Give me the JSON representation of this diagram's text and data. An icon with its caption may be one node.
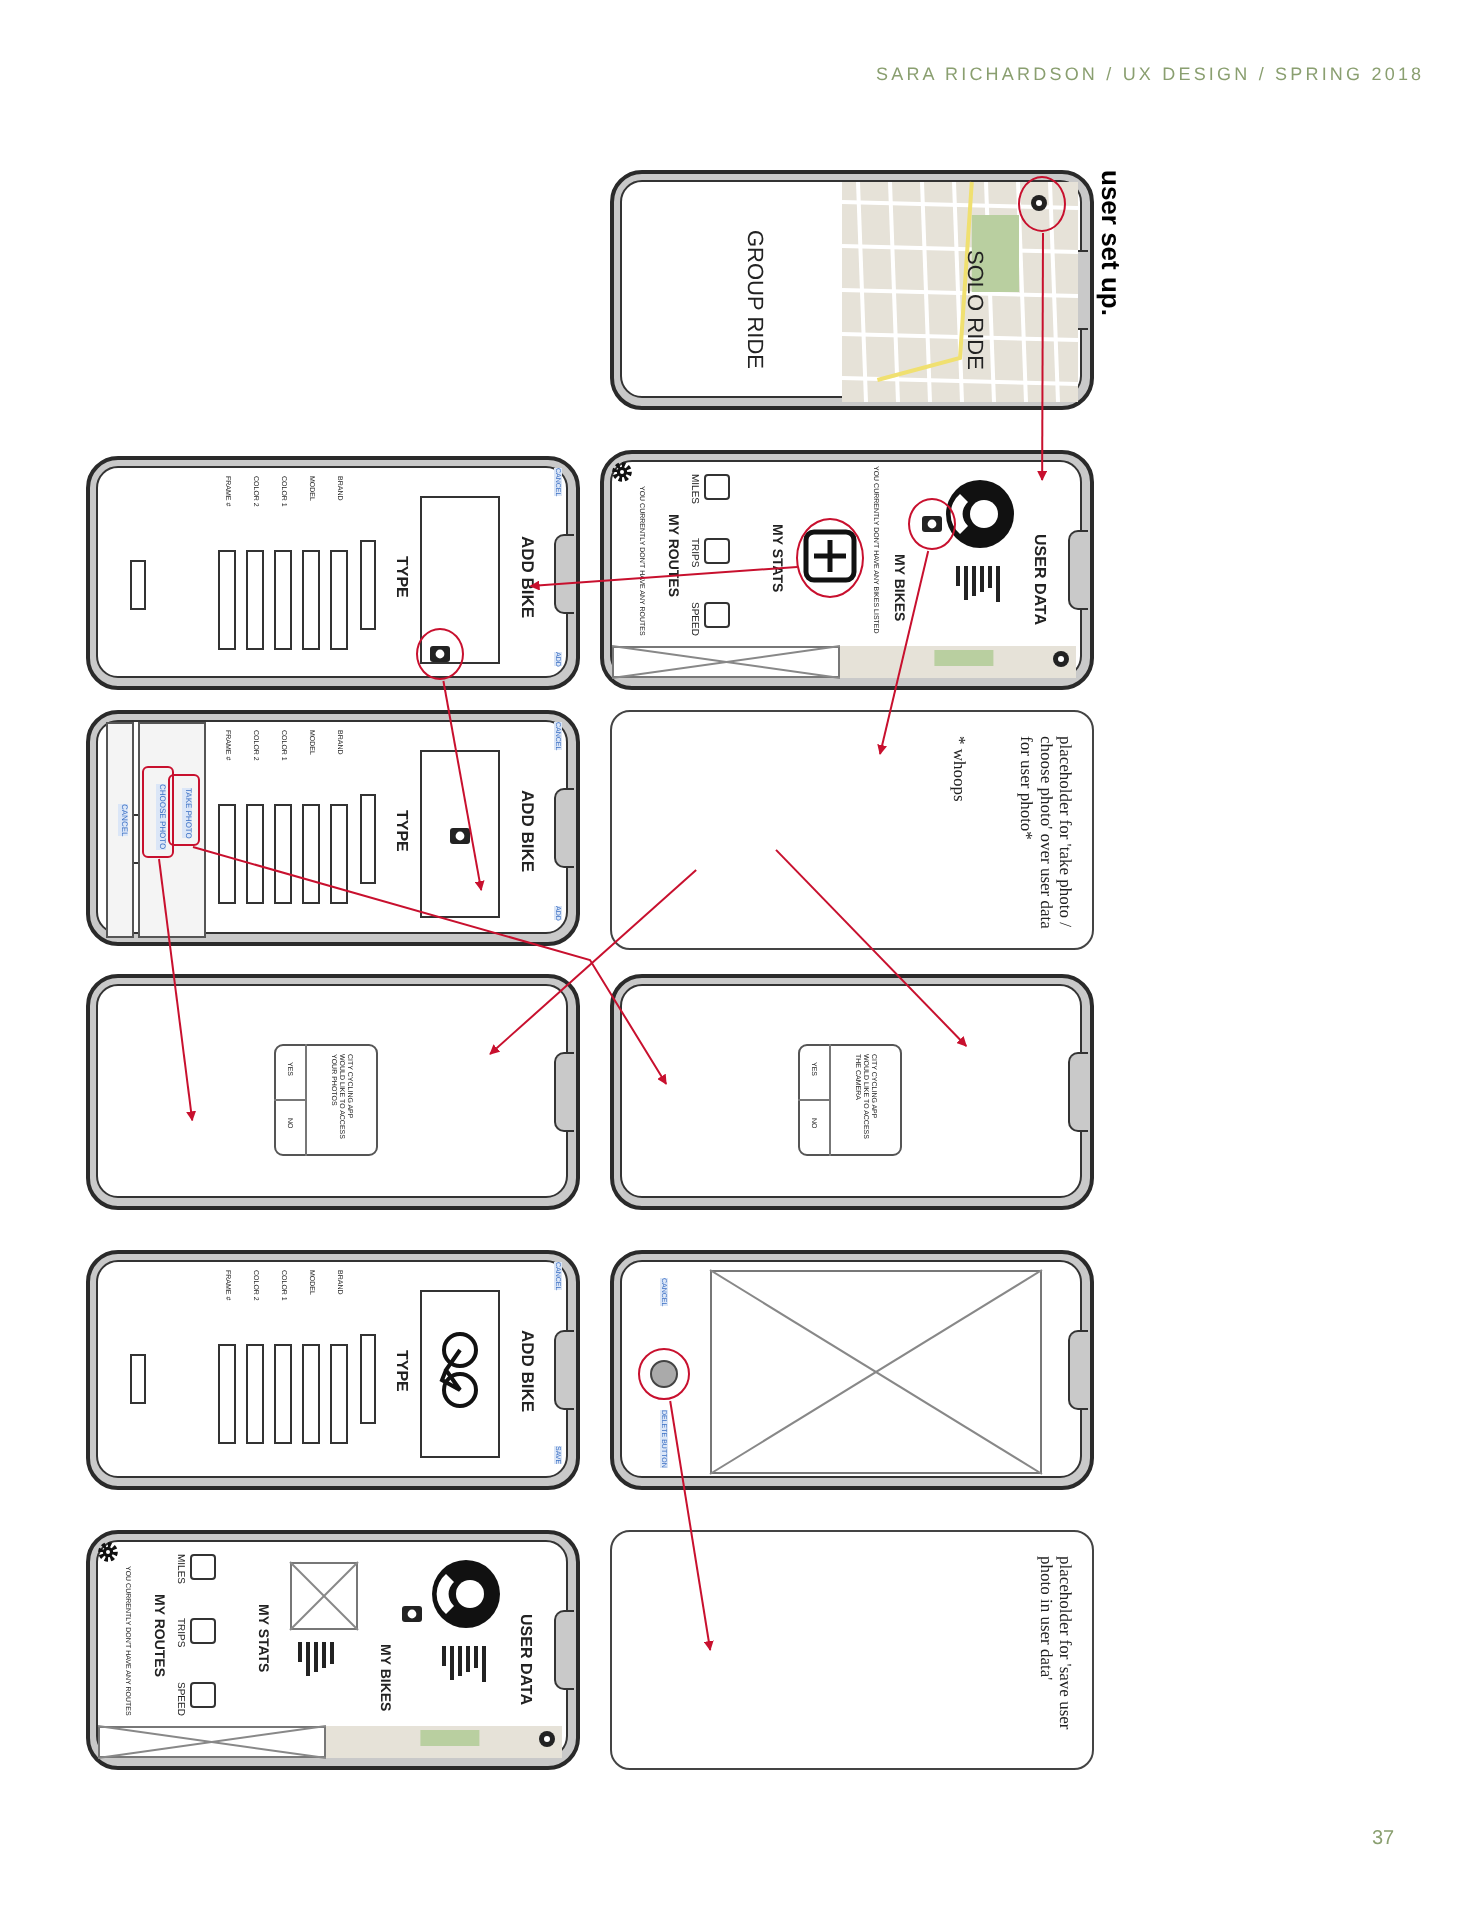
{
  "diagram": {
    "title": "user set up.",
    "nodes": [
      {
        "text": [
          "SOLO RIDE",
          "GROUP RIDE"
        ]
      },
      {
        "text": [],
        "shape": "circle",
        "in": 0
      },
      {
        "text": [
          "USER DATA",
          "MY BIKES",
          "YOU CURRENTLY DON'T HAVE ANY BIKES LISTED",
          "MY STATS",
          "MILES",
          "TRIPS",
          "SPEED",
          "MY ROUTES",
          "YOU CURRENTLY DON'T HAVE ANY ROUTES"
        ]
      },
      {
        "text": [],
        "shape": "circle",
        "in": 2
      },
      {
        "text": [],
        "shape": "circle",
        "in": 2
      },
      {
        "text": [
          "ADD BIKE",
          "CANCEL",
          "ADD",
          "TYPE",
          "BRAND",
          "MODEL",
          "COLOR 1",
          "COLOR 2",
          "FRAME #"
        ]
      },
      {
        "text": [],
        "shape": "circle",
        "in": 5
      },
      {
        "text": [
          "placeholder for 'take photo / choose photo' over user data for user photo*",
          "* whoops"
        ]
      },
      {
        "text": [
          "ADD BIKE",
          "CANCEL",
          "ADD",
          "TYPE",
          "BRAND",
          "MODEL",
          "COLOR 1",
          "COLOR 2",
          "FRAME #",
          "CANCEL"
        ]
      },
      {
        "text": [
          "TAKE PHOTO"
        ],
        "in": 8
      },
      {
        "text": [
          "CHOOSE PHOTO"
        ],
        "in": 8
      },
      {
        "text": [
          "CITY CYCLING APP WOULD LIKE TO ACCESS THE CAMERA",
          "YES",
          "NO"
        ]
      },
      {
        "text": [
          "CITY CYCLING APP WOULD LIKE TO ACCESS YOUR PHOTOS",
          "YES",
          "NO"
        ]
      },
      {
        "text": [
          "ADD BIKE",
          "CANCEL",
          "SAVE",
          "TYPE",
          "BRAND",
          "MODEL",
          "COLOR 1",
          "COLOR 2",
          "FRAME #"
        ]
      },
      {
        "text": [
          "CANCEL",
          "DELETE BUTTON"
        ]
      },
      {
        "text": [],
        "shape": "circle",
        "in": 14
      },
      {
        "text": [
          "USER DATA",
          "MY BIKES",
          "MY STATS",
          "MILES",
          "TRIPS",
          "SPEED",
          "MY ROUTES",
          "YOU CURRENTLY DON'T HAVE ANY ROUTES"
        ]
      },
      {
        "text": [
          "placeholder for 'save user photo in user data'"
        ]
      }
    ],
    "edges": [
      {
        "from": 1,
        "to": 2,
        "arrow": "to"
      },
      {
        "from": 3,
        "to": 5,
        "arrow": "to"
      },
      {
        "from": 4,
        "to": 7,
        "arrow": "to"
      },
      {
        "from": 6,
        "to": 8,
        "arrow": "to"
      },
      {
        "from": 7,
        "to": 12,
        "arrow": "to"
      },
      {
        "from": 7,
        "to": 11,
        "arrow": "to"
      },
      {
        "from": 9,
        "to": 11,
        "arrow": "to"
      },
      {
        "from": 10,
        "to": 12,
        "arrow": "to"
      },
      {
        "from": 15,
        "to": 17,
        "arrow": "to"
      }
    ],
    "labels": [
      "SARA RICHARDSON / UX DESIGN / SPRING 2018",
      "37"
    ]
  }
}
